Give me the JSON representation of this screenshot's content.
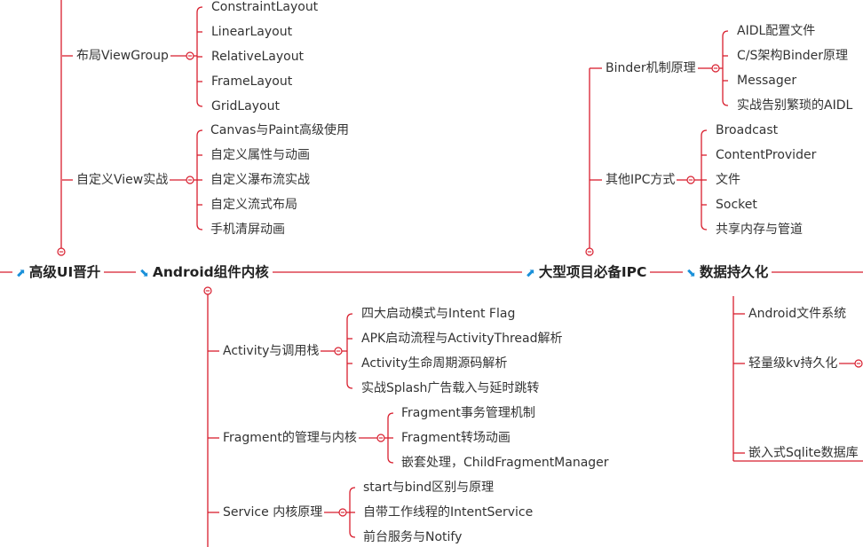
{
  "colors": {
    "line": "#d81e2e",
    "text": "#333333",
    "main_text": "#222222",
    "arrow": "#1a90d9"
  },
  "main_topics": [
    {
      "id": "ui",
      "label": "高级UI晋升",
      "icon": "arrow-up-right-icon"
    },
    {
      "id": "android",
      "label": "Android组件内核",
      "icon": "arrow-down-right-icon"
    },
    {
      "id": "ipc",
      "label": "大型项目必备IPC",
      "icon": "arrow-up-right-icon"
    },
    {
      "id": "persist",
      "label": "数据持久化",
      "icon": "arrow-down-right-icon"
    }
  ],
  "groups": [
    {
      "id": "layout",
      "label": "布局ViewGroup",
      "children": [
        "ConstraintLayout",
        "LinearLayout",
        "RelativeLayout",
        "FrameLayout",
        "GridLayout"
      ]
    },
    {
      "id": "customview",
      "label": "自定义View实战",
      "children": [
        "Canvas与Paint高级使用",
        "自定义属性与动画",
        "自定义瀑布流实战",
        "自定义流式布局",
        "手机清屏动画"
      ]
    },
    {
      "id": "activity",
      "label": "Activity与调用栈",
      "children": [
        "四大启动模式与Intent Flag",
        "APK启动流程与ActivityThread解析",
        "Activity生命周期源码解析",
        "实战Splash广告载入与延时跳转"
      ]
    },
    {
      "id": "fragment",
      "label": "Fragment的管理与内核",
      "children": [
        "Fragment事务管理机制",
        "Fragment转场动画",
        "嵌套处理，ChildFragmentManager"
      ]
    },
    {
      "id": "service",
      "label": "Service 内核原理",
      "children": [
        "start与bind区别与原理",
        "自带工作线程的IntentService",
        "前台服务与Notify"
      ]
    },
    {
      "id": "binder",
      "label": "Binder机制原理",
      "children": [
        "AIDL配置文件",
        "C/S架构Binder原理",
        "Messager",
        "实战告别繁琐的AIDL"
      ]
    },
    {
      "id": "otheripc",
      "label": "其他IPC方式",
      "children": [
        "Broadcast",
        "ContentProvider",
        "文件",
        "Socket",
        "共享内存与管道"
      ]
    },
    {
      "id": "files",
      "label": "Android文件系统",
      "children": []
    },
    {
      "id": "kv",
      "label": "轻量级kv持久化",
      "children": []
    },
    {
      "id": "sqlite",
      "label": "嵌入式Sqlite数据库",
      "children": []
    }
  ]
}
